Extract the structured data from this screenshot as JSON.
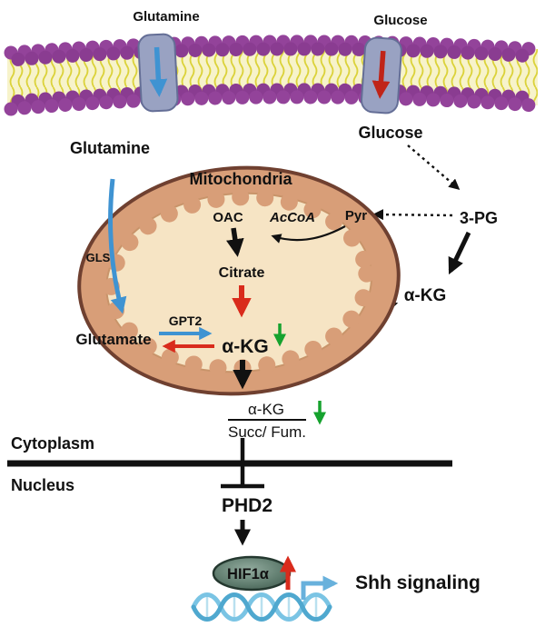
{
  "figure": {
    "membrane": {
      "glutamine_transporter_label": "Glutamine",
      "glucose_transporter_label": "Glucose"
    },
    "cytoplasm": {
      "glutamine": "Glutamine",
      "glucose": "Glucose",
      "three_pg": "3-PG",
      "alpha_kg": "α-KG",
      "ratio_numerator": "α-KG",
      "ratio_denominator": "Succ/ Fum.",
      "label": "Cytoplasm"
    },
    "mitochondria": {
      "title": "Mitochondria",
      "oac": "OAC",
      "accoa": "AcCoA",
      "pyr": "Pyr",
      "citrate": "Citrate",
      "alpha_kg": "α-KG",
      "glutamate": "Glutamate",
      "gls_enzyme": "GLS",
      "gpt2_enzyme": "GPT2"
    },
    "nucleus": {
      "label": "Nucleus",
      "phd2": "PHD2",
      "hif1a": "HIF1α",
      "shh_signaling": "Shh signaling"
    },
    "colors": {
      "blue_arrow": "#3f93d2",
      "red_arrow": "#d92b1c",
      "green_arrow": "#16a22e",
      "membrane_head": "#93439a",
      "membrane_tail_band": "#f7f3cb",
      "transporter": "#99a2c2",
      "mito_outer": "#d89e78",
      "mito_inner": "#f6e4c4",
      "dna_strand": "#7ac4e4",
      "glucose_text": "#d62a1e",
      "glutamine_text": "#3f93d2",
      "gpt2_text": "#148c2a"
    }
  }
}
